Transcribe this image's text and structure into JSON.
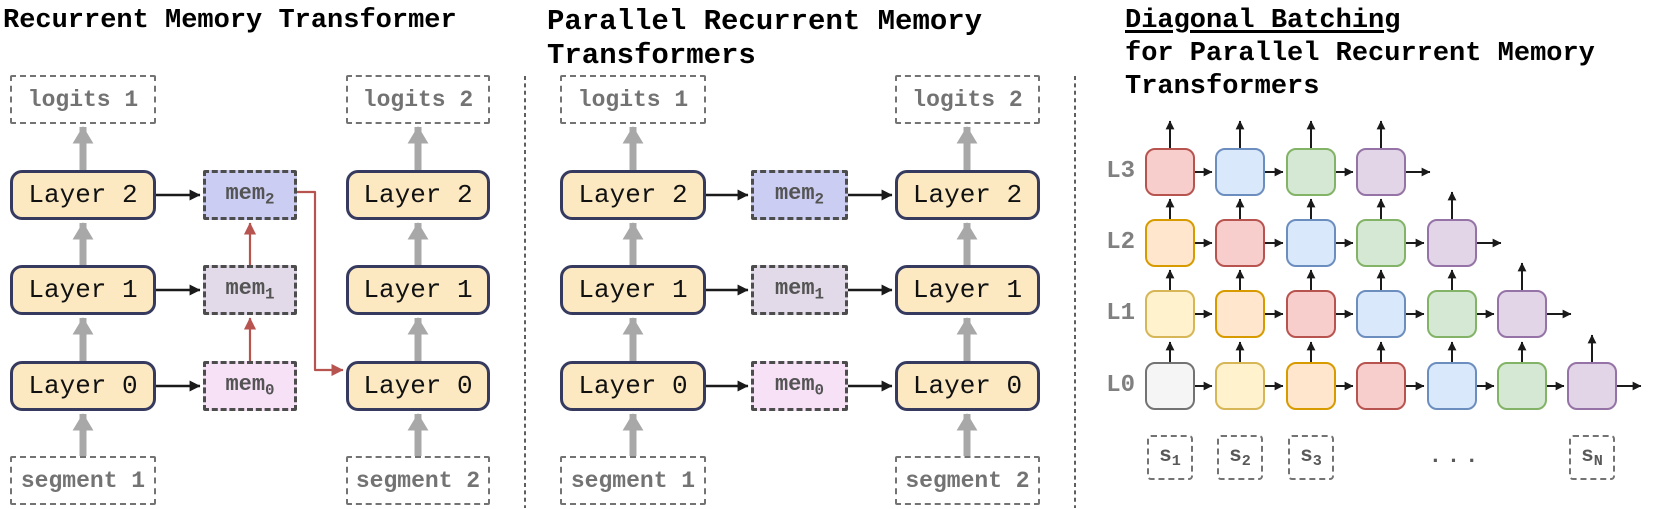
{
  "figure": {
    "rmt": {
      "title": "Recurrent Memory Transformer",
      "logits1": "logits 1",
      "logits2": "logits 2",
      "layers_col1": [
        "Layer 2",
        "Layer 1",
        "Layer 0"
      ],
      "layers_col2": [
        "Layer 2",
        "Layer 1",
        "Layer 0"
      ],
      "segment1": "segment 1",
      "segment2": "segment 2",
      "mems": [
        {
          "base": "mem",
          "sub": "2"
        },
        {
          "base": "mem",
          "sub": "1"
        },
        {
          "base": "mem",
          "sub": "0"
        }
      ]
    },
    "prmt": {
      "title_line1": "Parallel Recurrent Memory",
      "title_line2": "Transformers",
      "logits1": "logits 1",
      "logits2": "logits 2",
      "layers_col1": [
        "Layer 2",
        "Layer 1",
        "Layer 0"
      ],
      "layers_col2": [
        "Layer 2",
        "Layer 1",
        "Layer 0"
      ],
      "segment1": "segment 1",
      "segment2": "segment 2",
      "mems": [
        {
          "base": "mem",
          "sub": "2"
        },
        {
          "base": "mem",
          "sub": "1"
        },
        {
          "base": "mem",
          "sub": "0"
        }
      ]
    },
    "diagonal": {
      "title_line1": "Diagonal Batching",
      "title_line2": "for Parallel Recurrent Memory",
      "title_line3": "Transformers",
      "grid_rows": [
        {
          "label": "L3",
          "cells": [
            "red",
            "blue",
            "green",
            "purple"
          ]
        },
        {
          "label": "L2",
          "cells": [
            "orange",
            "red",
            "blue",
            "green",
            "purple"
          ]
        },
        {
          "label": "L1",
          "cells": [
            "yellow",
            "orange",
            "red",
            "blue",
            "green",
            "purple"
          ]
        },
        {
          "label": "L0",
          "cells": [
            "gray",
            "yellow",
            "orange",
            "red",
            "blue",
            "green",
            "purple"
          ]
        }
      ],
      "segments": [
        {
          "base": "s",
          "sub": "1"
        },
        {
          "base": "s",
          "sub": "2"
        },
        {
          "base": "s",
          "sub": "3"
        },
        {
          "base": "s",
          "sub": "N"
        }
      ],
      "ellipsis": "..."
    },
    "colors": {
      "layer_fill": "#FCE9C2",
      "layer_stroke": "#363A5E",
      "mem_stroke": "#4D4D4D",
      "mem_text": "#545454",
      "mem2_fill": "#CBCDF2",
      "mem1_fill": "#E2DAE8",
      "mem0_fill": "#F6E1F7",
      "ghost_stroke": "#737373",
      "ghost_text": "#737373",
      "gray_arrow": "#A8A8A8",
      "black_arrow": "#1A1A1A",
      "red_arrow": "#B85450",
      "divider": "#1A1A1A",
      "grid_label": "#808080",
      "segment_text": "#595959",
      "palette": {
        "gray": {
          "fill": "#F5F5F5",
          "stroke": "#737373"
        },
        "yellow": {
          "fill": "#FFF2CC",
          "stroke": "#D6B656"
        },
        "orange": {
          "fill": "#FFE6CC",
          "stroke": "#D79B00"
        },
        "red": {
          "fill": "#F8CECC",
          "stroke": "#B85450"
        },
        "blue": {
          "fill": "#DAE8FC",
          "stroke": "#6C8EBF"
        },
        "green": {
          "fill": "#D5E8D4",
          "stroke": "#82B366"
        },
        "purple": {
          "fill": "#E1D5E7",
          "stroke": "#9673A6"
        }
      }
    }
  }
}
